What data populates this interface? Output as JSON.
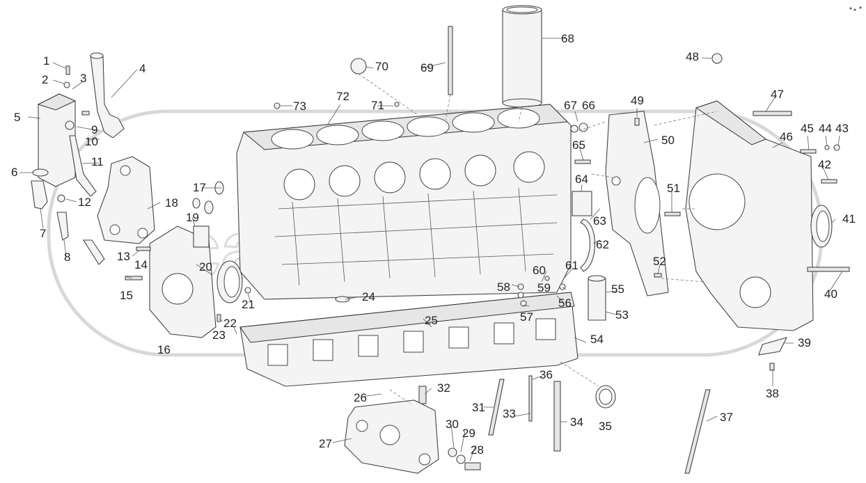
{
  "watermark": {
    "text": "cat"
  },
  "labels": [
    {
      "id": "l1",
      "text": "1"
    },
    {
      "id": "l2",
      "text": "2"
    },
    {
      "id": "l3",
      "text": "3"
    },
    {
      "id": "l4",
      "text": "4"
    },
    {
      "id": "l5",
      "text": "5"
    },
    {
      "id": "l6",
      "text": "6"
    },
    {
      "id": "l7",
      "text": "7"
    },
    {
      "id": "l8",
      "text": "8"
    },
    {
      "id": "l9",
      "text": "9"
    },
    {
      "id": "l10",
      "text": "10"
    },
    {
      "id": "l11",
      "text": "11"
    },
    {
      "id": "l12",
      "text": "12"
    },
    {
      "id": "l13",
      "text": "13"
    },
    {
      "id": "l14",
      "text": "14"
    },
    {
      "id": "l15",
      "text": "15"
    },
    {
      "id": "l16",
      "text": "16"
    },
    {
      "id": "l17",
      "text": "17"
    },
    {
      "id": "l18",
      "text": "18"
    },
    {
      "id": "l19",
      "text": "19"
    },
    {
      "id": "l20",
      "text": "20"
    },
    {
      "id": "l21",
      "text": "21"
    },
    {
      "id": "l22",
      "text": "22"
    },
    {
      "id": "l23",
      "text": "23"
    },
    {
      "id": "l24",
      "text": "24"
    },
    {
      "id": "l25",
      "text": "25"
    },
    {
      "id": "l26",
      "text": "26"
    },
    {
      "id": "l27",
      "text": "27"
    },
    {
      "id": "l28",
      "text": "28"
    },
    {
      "id": "l29",
      "text": "29"
    },
    {
      "id": "l30",
      "text": "30"
    },
    {
      "id": "l31",
      "text": "31"
    },
    {
      "id": "l32",
      "text": "32"
    },
    {
      "id": "l33",
      "text": "33"
    },
    {
      "id": "l34",
      "text": "34"
    },
    {
      "id": "l35",
      "text": "35"
    },
    {
      "id": "l36",
      "text": "36"
    },
    {
      "id": "l37",
      "text": "37"
    },
    {
      "id": "l38",
      "text": "38"
    },
    {
      "id": "l39",
      "text": "39"
    },
    {
      "id": "l40",
      "text": "40"
    },
    {
      "id": "l41",
      "text": "41"
    },
    {
      "id": "l42",
      "text": "42"
    },
    {
      "id": "l43",
      "text": "43"
    },
    {
      "id": "l44",
      "text": "44"
    },
    {
      "id": "l45",
      "text": "45"
    },
    {
      "id": "l46",
      "text": "46"
    },
    {
      "id": "l47",
      "text": "47"
    },
    {
      "id": "l48",
      "text": "48"
    },
    {
      "id": "l49",
      "text": "49"
    },
    {
      "id": "l50",
      "text": "50"
    },
    {
      "id": "l51",
      "text": "51"
    },
    {
      "id": "l52",
      "text": "52"
    },
    {
      "id": "l53",
      "text": "53"
    },
    {
      "id": "l54",
      "text": "54"
    },
    {
      "id": "l55",
      "text": "55"
    },
    {
      "id": "l56",
      "text": "56"
    },
    {
      "id": "l57",
      "text": "57"
    },
    {
      "id": "l58",
      "text": "58"
    },
    {
      "id": "l59",
      "text": "59"
    },
    {
      "id": "l60",
      "text": "60"
    },
    {
      "id": "l61",
      "text": "61"
    },
    {
      "id": "l62",
      "text": "62"
    },
    {
      "id": "l63",
      "text": "63"
    },
    {
      "id": "l64",
      "text": "64"
    },
    {
      "id": "l65",
      "text": "65"
    },
    {
      "id": "l66",
      "text": "66"
    },
    {
      "id": "l67",
      "text": "67"
    },
    {
      "id": "l68",
      "text": "68"
    },
    {
      "id": "l69",
      "text": "69"
    },
    {
      "id": "l70",
      "text": "70"
    },
    {
      "id": "l71",
      "text": "71"
    },
    {
      "id": "l72",
      "text": "72"
    },
    {
      "id": "l73",
      "text": "73"
    }
  ]
}
